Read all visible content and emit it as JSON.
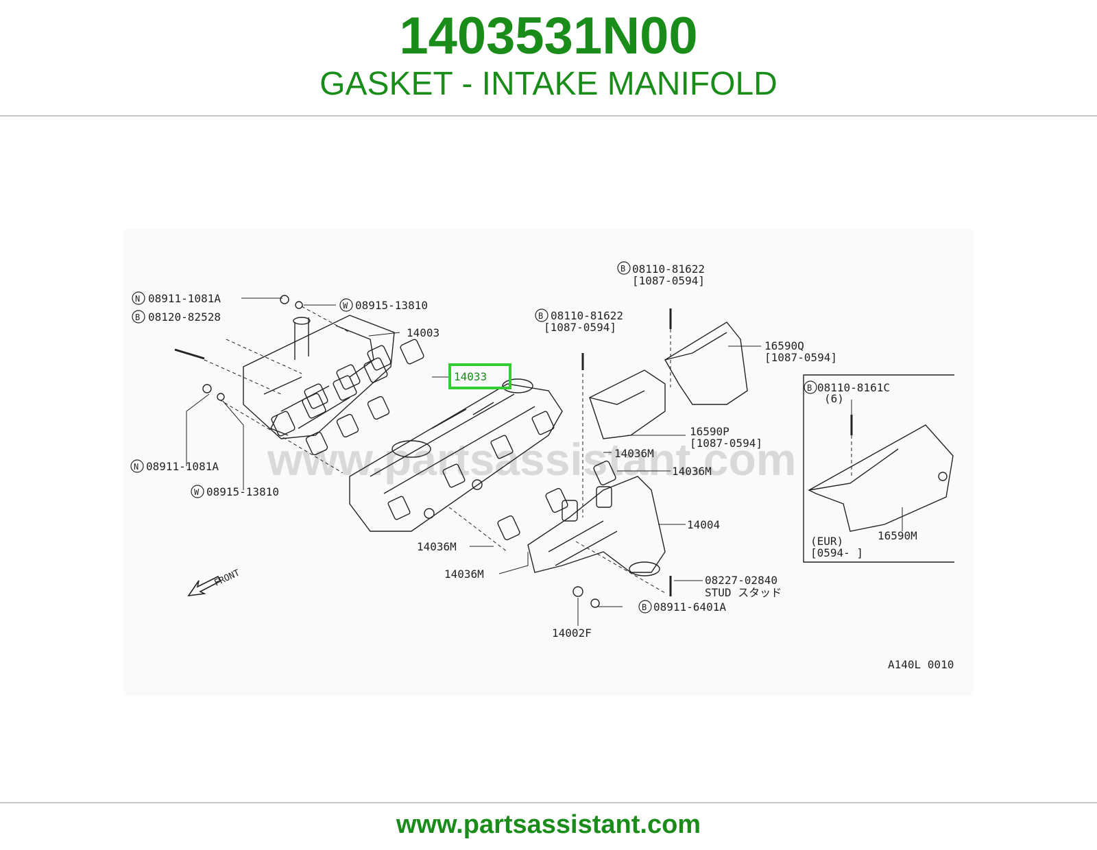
{
  "header": {
    "part_number": "1403531N00",
    "part_name": "GASKET - INTAKE MANIFOLD"
  },
  "footer": {
    "url": "www.partsassistant.com"
  },
  "diagram": {
    "watermark": "www.partsassistant.com",
    "diagram_code": "A140L 0010",
    "front_label": "FRONT",
    "highlighted_callout": "14033",
    "highlight_color": "#33cc33",
    "brand_color": "#1a8c1a",
    "callouts": {
      "c1_letter": "N",
      "c1_text": "08911-1081A",
      "c2_letter": "B",
      "c2_text": "08120-82528",
      "c3_letter": "W",
      "c3_text": "08915-13810",
      "c4_text": "14003",
      "c5_letter": "N",
      "c5_text": "08911-1081A",
      "c6_letter": "W",
      "c6_text": "08915-13810",
      "c7_letter": "B",
      "c7_text": "08110-81622",
      "c7_sub": "[1087-0594]",
      "c8_letter": "B",
      "c8_text": "08110-81622",
      "c8_sub": "[1087-0594]",
      "c9_text": "16590Q",
      "c9_sub": "[1087-0594]",
      "c10_text": "16590P",
      "c10_sub": "[1087-0594]",
      "c11_text": "14036M",
      "c12_text": "14036M",
      "c13_text": "14004",
      "c14_text": "14036M",
      "c15_text": "14036M",
      "c16_text": "08227-02840",
      "c16_sub": "STUD スタッド",
      "c17_letter": "B",
      "c17_text": "08911-6401A",
      "c18_text": "14002F",
      "c19_letter": "B",
      "c19_text": "08110-8161C",
      "c19_sub": "(6)",
      "c20_text": "16590M",
      "c21_text": "(EUR)",
      "c21_sub": "[0594-     ]"
    }
  }
}
